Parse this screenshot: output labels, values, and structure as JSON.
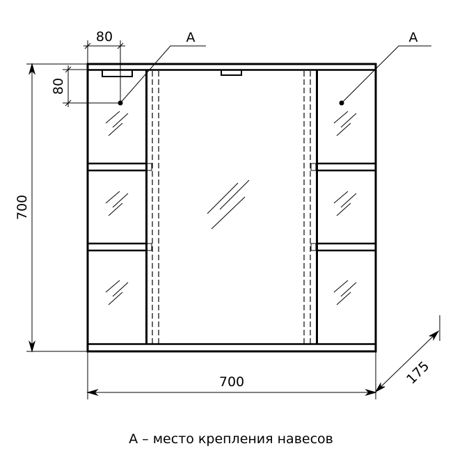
{
  "dimensions": {
    "mount_offset_x": "80",
    "mount_offset_y": "80",
    "height": "700",
    "width": "700",
    "depth": "175"
  },
  "callouts": {
    "left": "A",
    "right": "A"
  },
  "caption": "А – место крепления навесов",
  "colors": {
    "line": "#000000",
    "background": "#ffffff"
  }
}
